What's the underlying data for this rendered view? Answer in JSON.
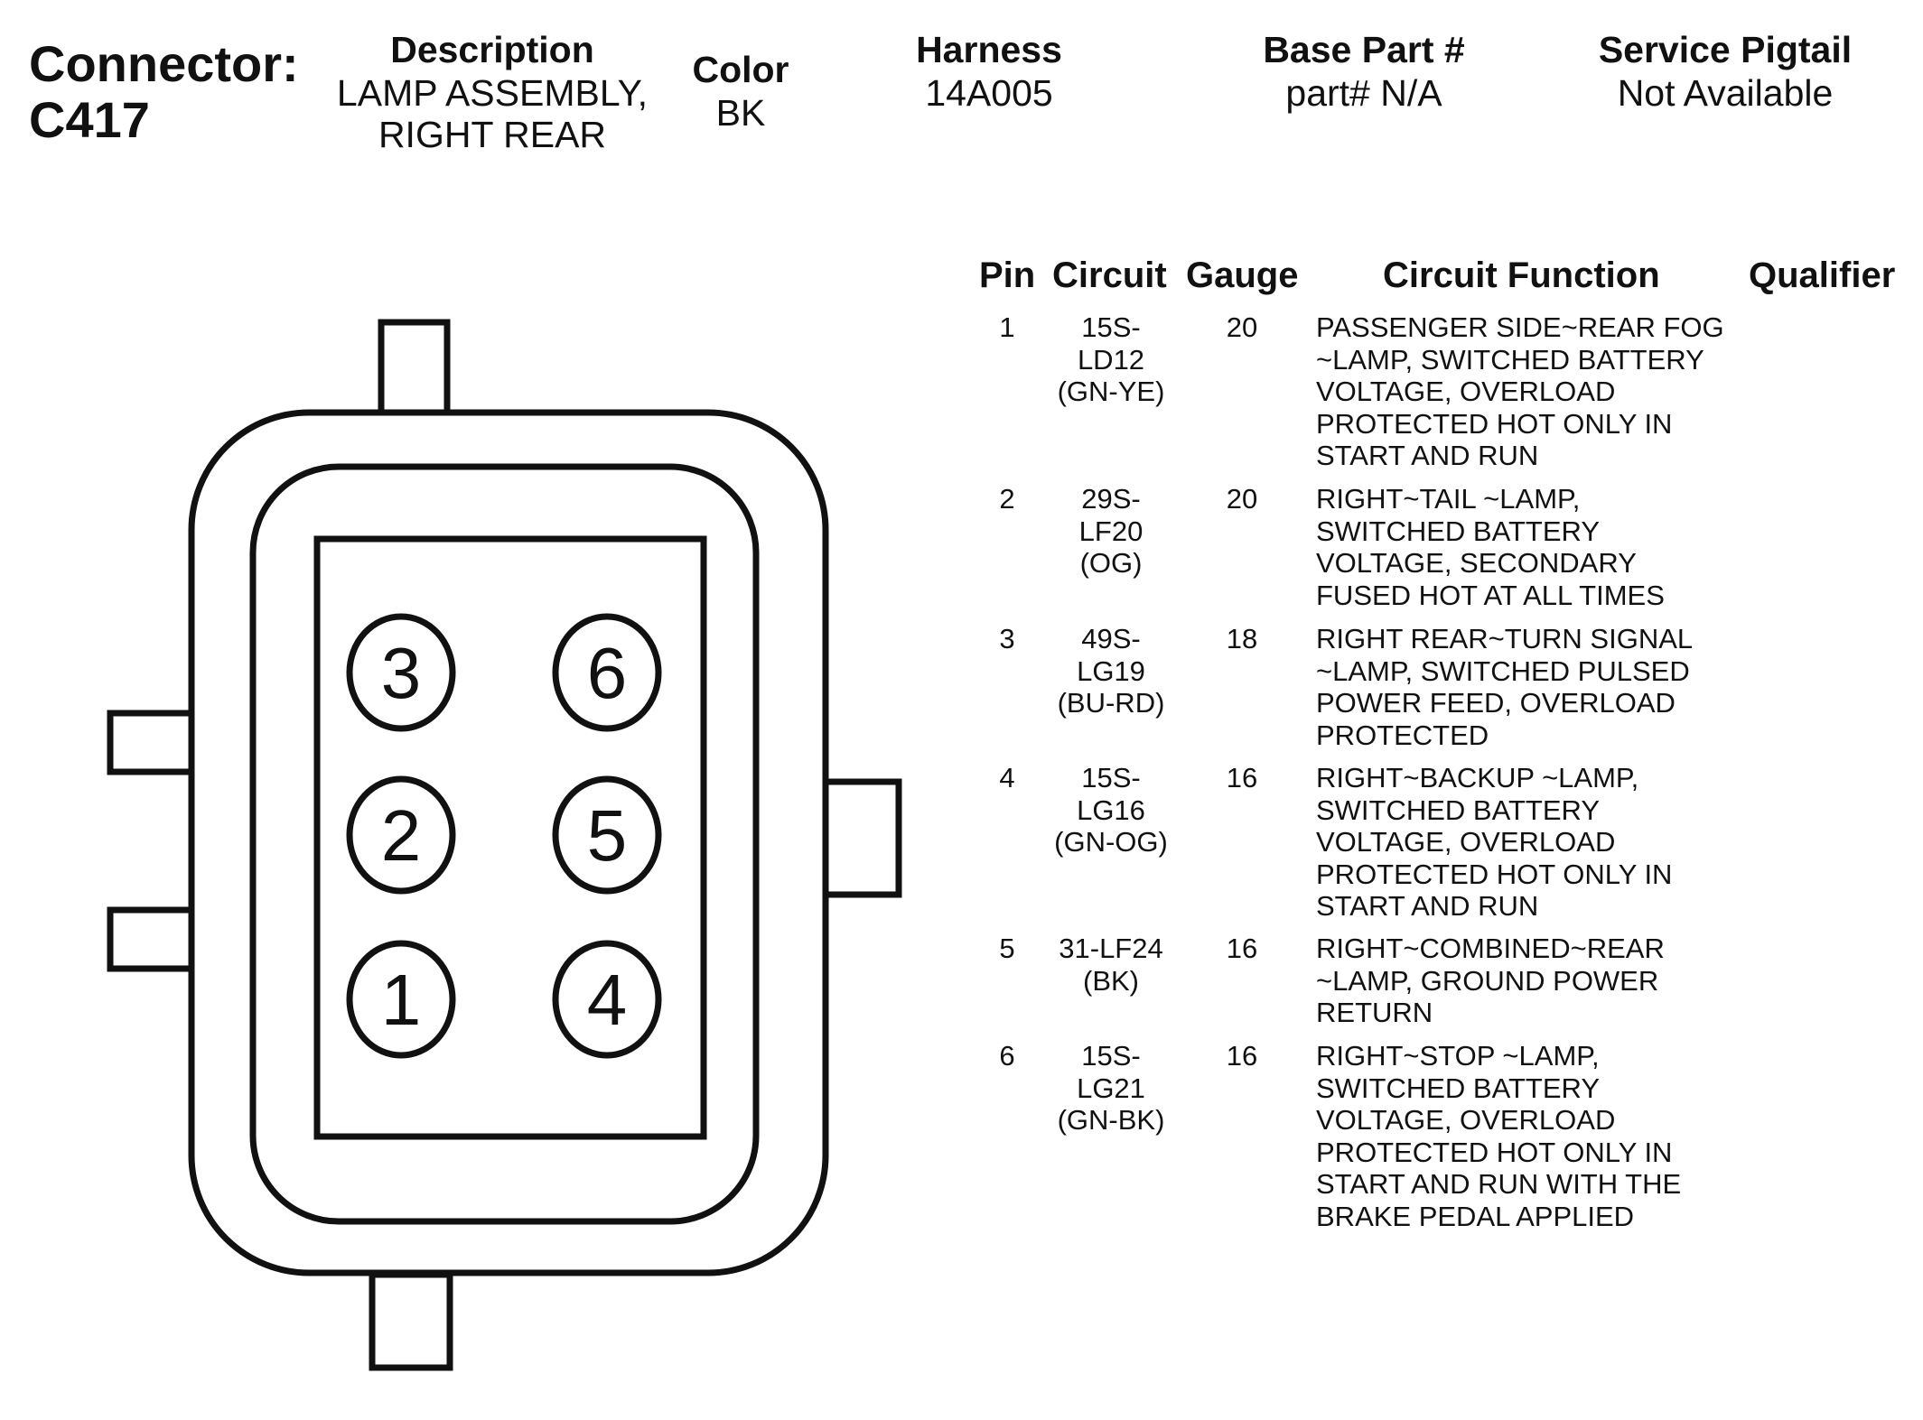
{
  "header": {
    "connector_line1": "Connector:",
    "connector_line2": "C417",
    "description_label": "Description",
    "description_line1": "LAMP ASSEMBLY,",
    "description_line2": "RIGHT REAR",
    "color_label": "Color",
    "color_value": "BK",
    "harness_label": "Harness",
    "harness_value": "14A005",
    "base_part_label": "Base Part #",
    "base_part_value": "part# N/A",
    "pigtail_label": "Service Pigtail",
    "pigtail_value": "Not Available"
  },
  "connector": {
    "pins": [
      "3",
      "6",
      "2",
      "5",
      "1",
      "4"
    ]
  },
  "table": {
    "headers": {
      "pin": "Pin",
      "circuit": "Circuit",
      "gauge": "Gauge",
      "function": "Circuit Function",
      "qualifier": "Qualifier"
    },
    "rows": [
      {
        "pin": "1",
        "circuit": [
          "15S-",
          "LD12",
          "(GN-YE)"
        ],
        "gauge": "20",
        "function": [
          "PASSENGER SIDE~REAR FOG",
          "~LAMP, SWITCHED BATTERY",
          "VOLTAGE, OVERLOAD",
          "PROTECTED HOT ONLY IN",
          "START AND RUN"
        ]
      },
      {
        "pin": "2",
        "circuit": [
          "29S-",
          "LF20",
          "(OG)"
        ],
        "gauge": "20",
        "function": [
          "RIGHT~TAIL ~LAMP,",
          "SWITCHED BATTERY",
          "VOLTAGE, SECONDARY",
          "FUSED HOT AT ALL TIMES"
        ]
      },
      {
        "pin": "3",
        "circuit": [
          "49S-",
          "LG19",
          "(BU-RD)"
        ],
        "gauge": "18",
        "function": [
          "RIGHT REAR~TURN SIGNAL",
          "~LAMP, SWITCHED PULSED",
          "POWER FEED, OVERLOAD",
          "PROTECTED"
        ]
      },
      {
        "pin": "4",
        "circuit": [
          "15S-",
          "LG16",
          "(GN-OG)"
        ],
        "gauge": "16",
        "function": [
          "RIGHT~BACKUP ~LAMP,",
          "SWITCHED BATTERY",
          "VOLTAGE, OVERLOAD",
          "PROTECTED HOT ONLY IN",
          "START AND RUN"
        ]
      },
      {
        "pin": "5",
        "circuit": [
          "31-LF24",
          "(BK)"
        ],
        "gauge": "16",
        "function": [
          "RIGHT~COMBINED~REAR",
          "~LAMP, GROUND POWER",
          "RETURN"
        ]
      },
      {
        "pin": "6",
        "circuit": [
          "15S-",
          "LG21",
          "(GN-BK)"
        ],
        "gauge": "16",
        "function": [
          "RIGHT~STOP ~LAMP,",
          "SWITCHED BATTERY",
          "VOLTAGE, OVERLOAD",
          "PROTECTED HOT ONLY IN",
          "START AND RUN WITH THE",
          "BRAKE PEDAL APPLIED"
        ]
      }
    ]
  }
}
